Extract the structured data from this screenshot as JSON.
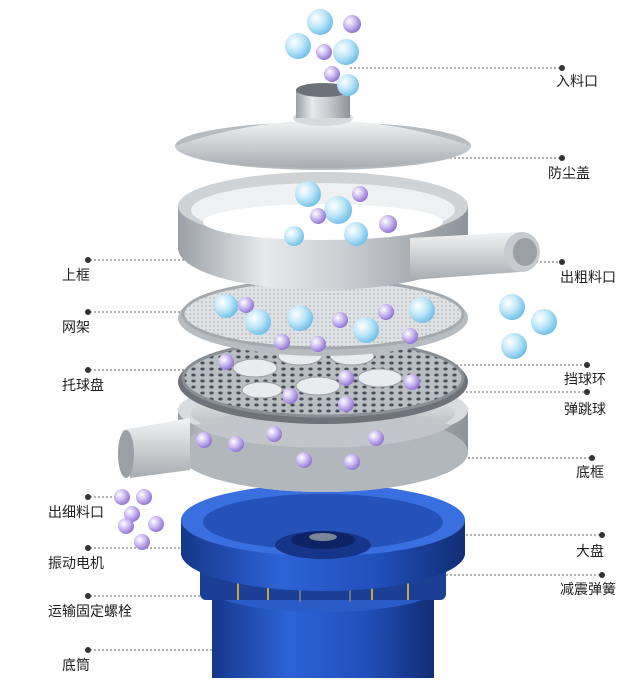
{
  "diagram": {
    "labels": {
      "inlet": "入料口",
      "dust_cover": "防尘盖",
      "upper_frame": "上框",
      "coarse_outlet": "出粗料口",
      "mesh_frame": "网架",
      "ball_tray": "托球盘",
      "ball_ring": "挡球环",
      "bounce_ball": "弹跳球",
      "base_frame": "底框",
      "fine_outlet": "出细料口",
      "big_plate": "大盘",
      "vibration_motor": "振动电机",
      "damping_spring": "减震弹簧",
      "transport_bolt": "运输固定螺栓",
      "bottom_barrel": "底筒"
    },
    "colors": {
      "steel_light": "#e4e6e9",
      "steel_dark": "#8e9399",
      "blue_body": "#1e4fb8",
      "ball_blue": "#9fd8f4",
      "ball_purple": "#b49be6",
      "leader_line": "#555555"
    }
  }
}
